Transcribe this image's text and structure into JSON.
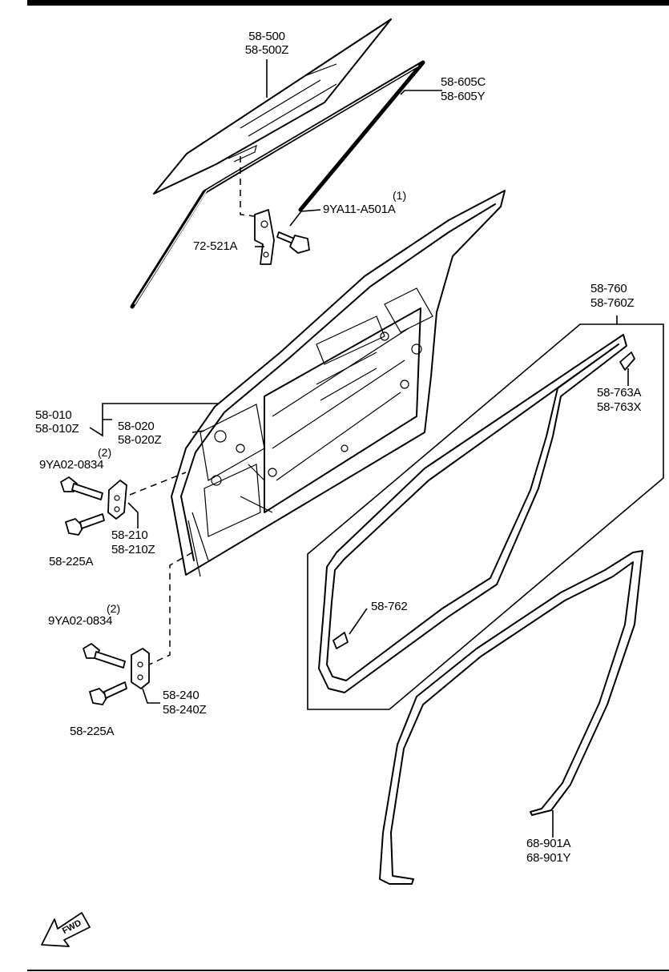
{
  "callouts": {
    "glass": [
      "58-500",
      "58-500Z"
    ],
    "glass_run": [
      "58-605C",
      "58-605Y"
    ],
    "bolt_top": "9YA11-A501A",
    "bolt_top_qty": "(1)",
    "bracket": "72-521A",
    "door_panel": [
      "58-010",
      "58-010Z"
    ],
    "door_shell": [
      "58-020",
      "58-020Z"
    ],
    "hinge_bolt_upper": "9YA02-0834",
    "hinge_bolt_upper_qty": "(2)",
    "hinge_upper": [
      "58-210",
      "58-210Z"
    ],
    "bolt_upper": "58-225A",
    "hinge_bolt_lower": "9YA02-0834",
    "hinge_bolt_lower_qty": "(2)",
    "hinge_lower": [
      "58-240",
      "58-240Z"
    ],
    "bolt_lower": "58-225A",
    "weatherstrip": [
      "58-760",
      "58-760Z"
    ],
    "clip_a": [
      "58-763A",
      "58-763X"
    ],
    "clip_b": "58-762",
    "opening_seal": [
      "68-901A",
      "68-901Y"
    ],
    "fwd": "FWD"
  },
  "icons": {
    "fwd_arrow": "fwd-arrow-icon"
  }
}
